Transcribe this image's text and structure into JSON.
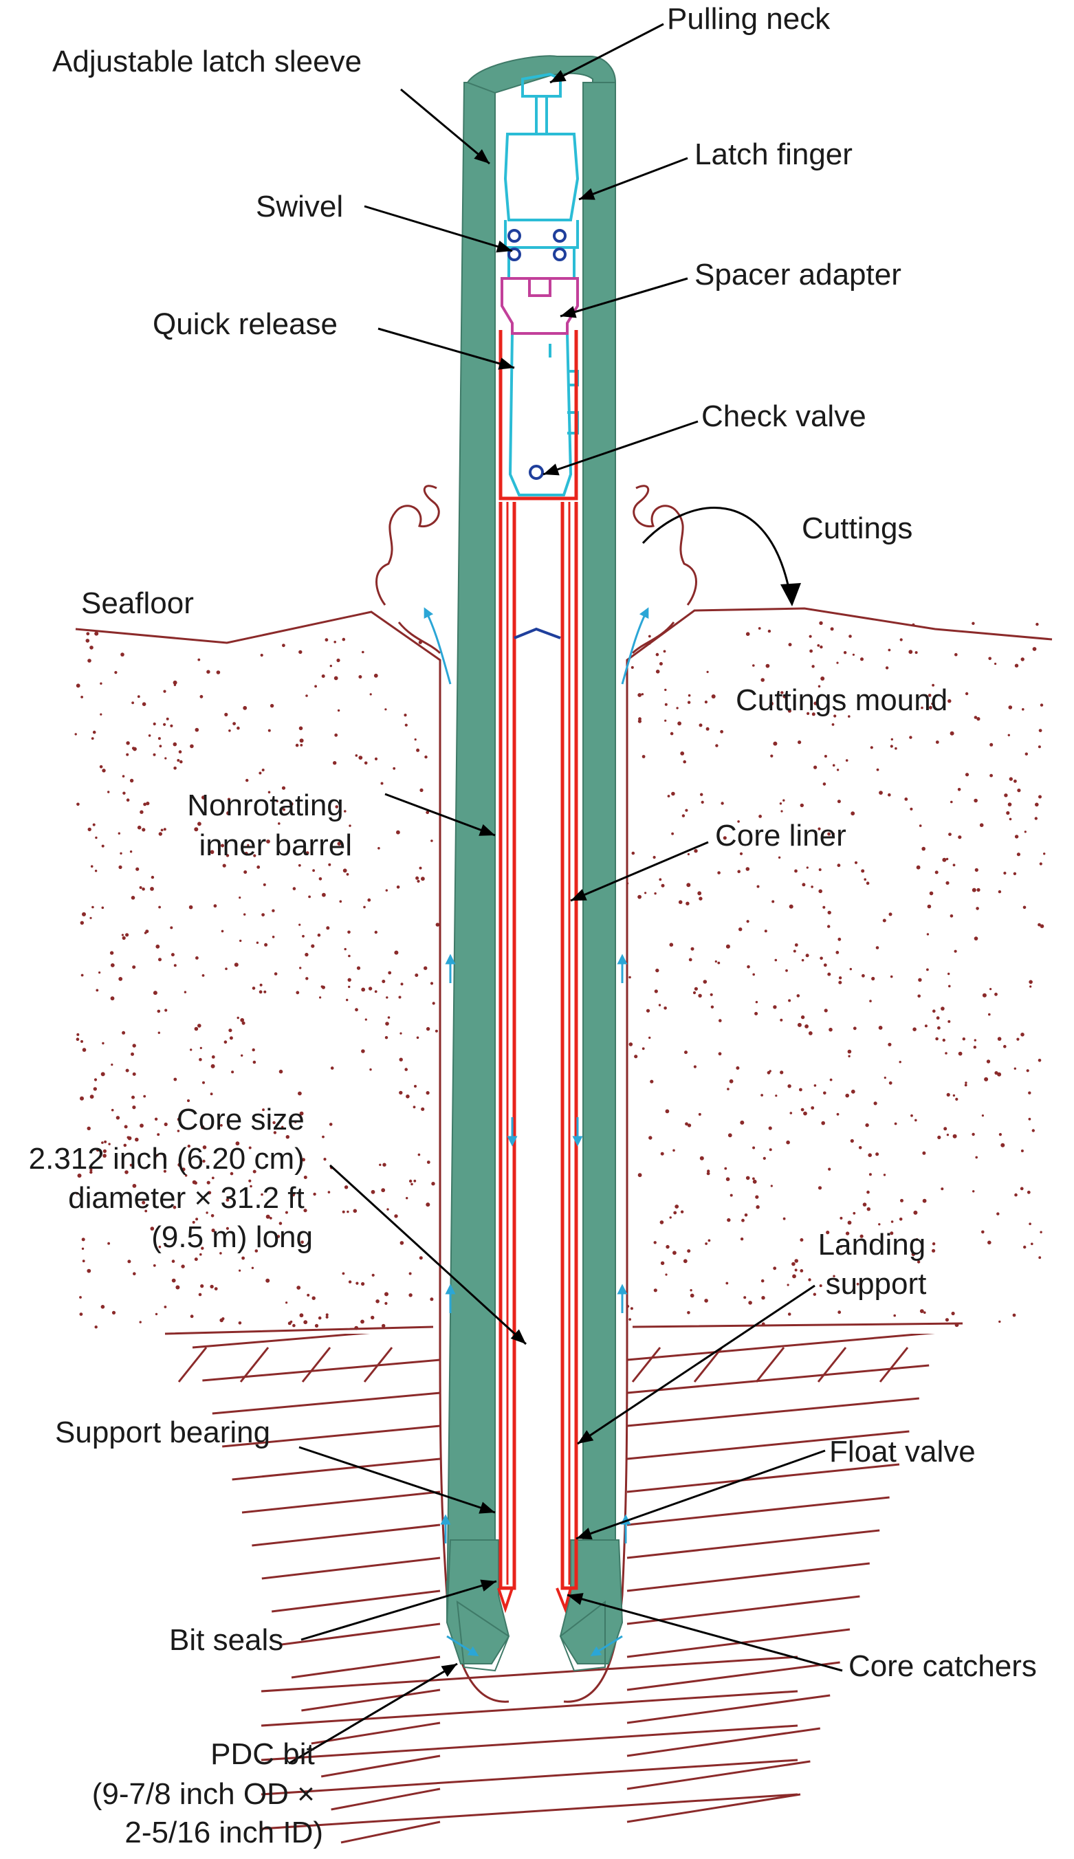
{
  "labels": {
    "pulling_neck": "Pulling neck",
    "adjustable_latch_sleeve": "Adjustable latch sleeve",
    "latch_finger": "Latch finger",
    "swivel": "Swivel",
    "spacer_adapter": "Spacer adapter",
    "quick_release": "Quick release",
    "check_valve": "Check valve",
    "cuttings": "Cuttings",
    "seafloor": "Seafloor",
    "cuttings_mound": "Cuttings mound",
    "nonrotating_inner_barrel": [
      "Nonrotating",
      "inner barrel"
    ],
    "core_liner": "Core liner",
    "core_size": [
      "Core size",
      "2.312 inch (6.20 cm)",
      "diameter × 31.2 ft",
      "(9.5 m) long"
    ],
    "landing_support": [
      "Landing",
      "support"
    ],
    "support_bearing": "Support bearing",
    "float_valve": "Float valve",
    "bit_seals": "Bit seals",
    "core_catchers": "Core catchers",
    "pdc_bit": [
      "PDC bit",
      "(9-7/8 inch OD ×",
      "2-5/16 inch ID)"
    ]
  },
  "colors": {
    "drill_pipe": "#5a9e89",
    "inner_barrel": "#e8241c",
    "latch_assembly": "#2bbcd6",
    "spacer": "#c2409a",
    "swivel_bearings": "#1f3f9c",
    "sediment": "#8b2a2a",
    "flow_arrows": "#2ba6d6"
  }
}
